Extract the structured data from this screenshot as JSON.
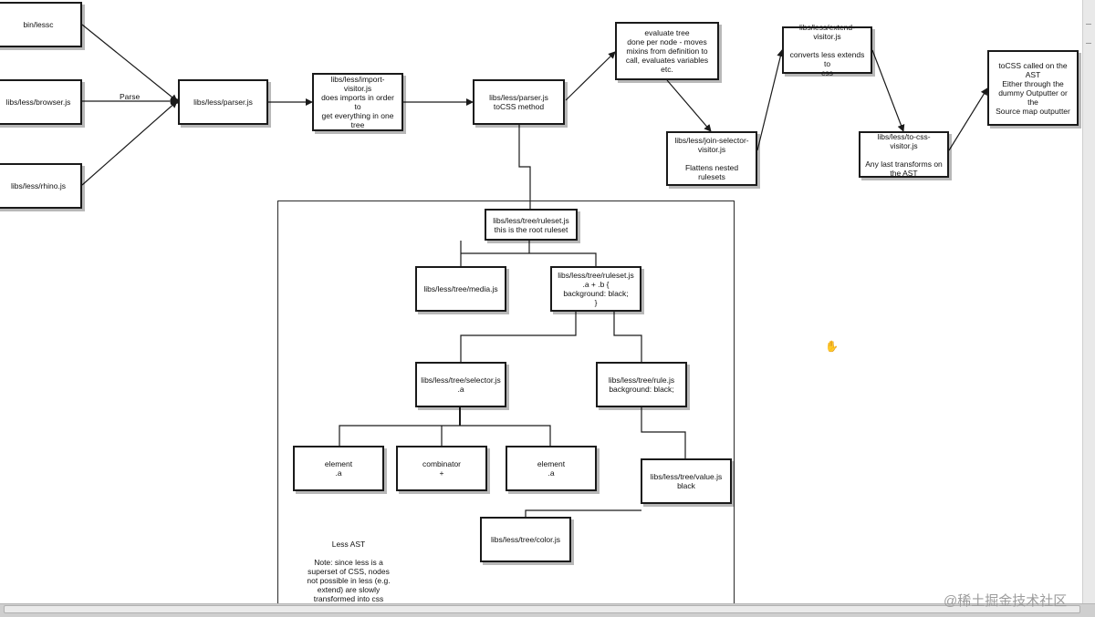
{
  "nodes": {
    "lessc": "bin/lessc",
    "browser": "libs/less/browser.js",
    "rhino": "libs/less/rhino.js",
    "parser1": "libs/less/parser.js",
    "import_visitor": "libs/less/import-visitor.js\ndoes imports in order to\nget everything in one\ntree",
    "parser2": "libs/less/parser.js\ntoCSS method",
    "evaluate": "evaluate tree\ndone per node - moves\nmixins from definition to\ncall, evaluates variables\netc.",
    "join_selector": "libs/less/join-selector-\nvisitor.js\n\nFlattens nested rulesets",
    "extend_visitor": "libs/less/extend-visitor.js\n\nconverts less extends to\ncss",
    "to_css_visitor": "libs/less/to-css-visitor.js\n\nAny last transforms on\nthe AST",
    "tocss": "toCSS called on the\nAST\nEither through the\ndummy Outputter or the\nSource map outputter",
    "root_ruleset": "libs/less/tree/ruleset.js\nthis is the root ruleset",
    "media": "libs/less/tree/media.js",
    "ruleset": "libs/less/tree/ruleset.js\n.a + .b {\nbackground: black;\n}",
    "selector": "libs/less/tree/selector.js\n.a",
    "rule": "libs/less/tree/rule.js\nbackground: black;",
    "element1": "element\n.a",
    "combinator": "combinator\n+",
    "element2": "element\n.a",
    "value": "libs/less/tree/value.js\nblack",
    "color": "libs/less/tree/color.js"
  },
  "edge_labels": {
    "parse": "Parse"
  },
  "less_ast_note": "Less AST\n\nNote: since less is a\nsuperset of CSS, nodes\nnot possible in less (e.g.\nextend) are slowly\ntransformed into css",
  "watermark": "@稀土掘金技术社区",
  "cursor_icon": "hand-cursor-icon",
  "colors": {
    "line": "#1a1a1a",
    "background": "#ffffff"
  }
}
